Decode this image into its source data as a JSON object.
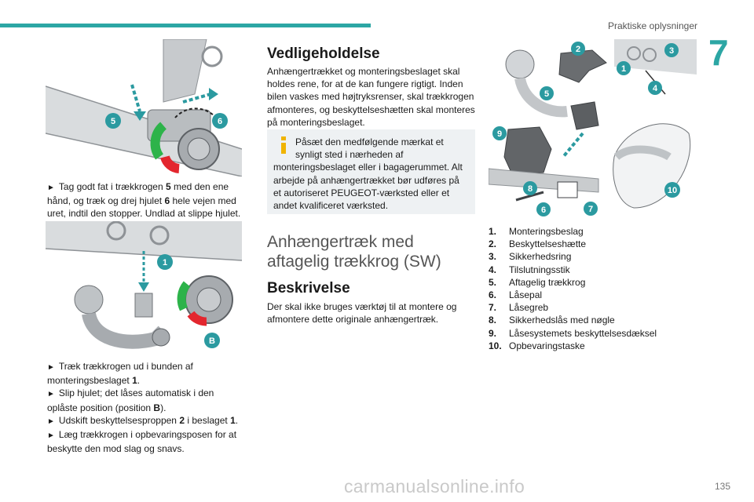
{
  "header": {
    "running_head": "Praktiske oplysninger",
    "chapter": "7"
  },
  "col1": {
    "fig1_markers": [
      "5",
      "6"
    ],
    "para1": {
      "s1": "Tag godt fat i trækkrogen ",
      "b1": "5",
      "s2": " med den ene hånd, og træk og drej hjulet ",
      "b2": "6",
      "s3": " hele vejen med uret, indtil den stopper. Undlad at slippe hjulet."
    },
    "fig2_markers": [
      "1",
      "B"
    ],
    "para2": {
      "l1a": "Træk trækkrogen ud i bunden af monteringsbeslaget ",
      "l1b": "1",
      "l1c": ".",
      "l2a": "Slip hjulet; det låses automatisk i den oplåste position (position ",
      "l2b": "B",
      "l2c": ").",
      "l3a": "Udskift beskyttelsesproppen ",
      "l3b": "2",
      "l3c": " i beslaget ",
      "l3d": "1",
      "l3e": ".",
      "l4": "Læg trækkrogen i opbevaringsposen for at beskytte den mod slag og snavs."
    }
  },
  "col2": {
    "heading1": "Vedligeholdelse",
    "para1": "Anhængertrækket og monteringsbeslaget skal holdes rene, for at de kan fungere rigtigt. Inden bilen vaskes med højtryksrenser, skal trækkrogen afmonteres, og beskyttelseshætten skal monteres på monteringsbeslaget.",
    "note_l1": "Påsæt den medfølgende mærkat et synligt sted i nærheden af",
    "note_l2": "monteringsbeslaget eller i bagagerummet. Alt arbejde på anhængertrækket bør udføres på et autoriseret PEUGEOT-værksted eller et andet kvalificeret værksted.",
    "heading2": "Anhængertræk med aftagelig trækkrog (SW)",
    "heading3": "Beskrivelse",
    "para2": "Der skal ikke bruges værktøj til at montere og afmontere dette originale anhængertræk."
  },
  "col3": {
    "fig_markers": [
      "1",
      "2",
      "3",
      "4",
      "5",
      "6",
      "7",
      "8",
      "9",
      "10"
    ],
    "legend": [
      {
        "num": "1.",
        "label": "Monteringsbeslag"
      },
      {
        "num": "2.",
        "label": "Beskyttelseshætte"
      },
      {
        "num": "3.",
        "label": "Sikkerhedsring"
      },
      {
        "num": "4.",
        "label": "Tilslutningsstik"
      },
      {
        "num": "5.",
        "label": "Aftagelig trækkrog"
      },
      {
        "num": "6.",
        "label": "Låsepal"
      },
      {
        "num": "7.",
        "label": "Låsegreb"
      },
      {
        "num": "8.",
        "label": "Sikkerhedslås med nøgle"
      },
      {
        "num": "9.",
        "label": "Låsesystemets beskyttelsesdæksel"
      },
      {
        "num": "10.",
        "label": "Opbevaringstaske"
      }
    ]
  },
  "footer": {
    "page_number": "135",
    "watermark": "carmanualsonline.info"
  },
  "colors": {
    "accent": "#2ca6a4",
    "marker": "#2b9aa0",
    "green": "#2db34a",
    "red": "#e3262e",
    "note_bg": "#eef1f3",
    "note_icon": "#f0b400"
  }
}
